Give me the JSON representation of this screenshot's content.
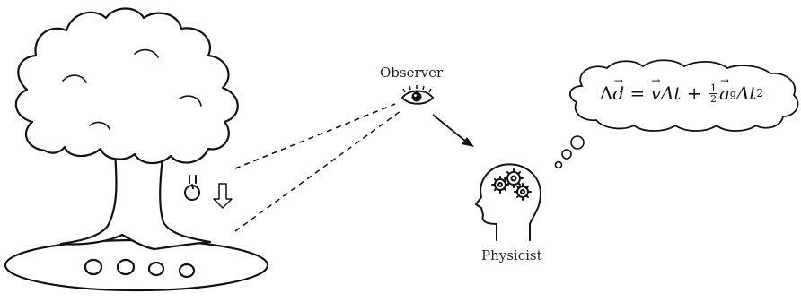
{
  "labels": {
    "observer": "Observer",
    "physicist": "Physicist"
  },
  "equation": {
    "delta": "Δ",
    "d": "d",
    "equals": " = ",
    "v": "v",
    "delta_t": "Δt",
    "plus": " + ",
    "half_num": "1",
    "half_den": "2",
    "a": "a",
    "a_sub": "g",
    "delta_t2": "Δt",
    "exp": "2"
  },
  "icons": [
    "tree-icon",
    "apple-icon",
    "down-arrow-icon",
    "eye-icon",
    "head-gears-icon",
    "thought-bubble-icon"
  ],
  "colors": {
    "ink": "#111111",
    "background": "#ffffff"
  }
}
